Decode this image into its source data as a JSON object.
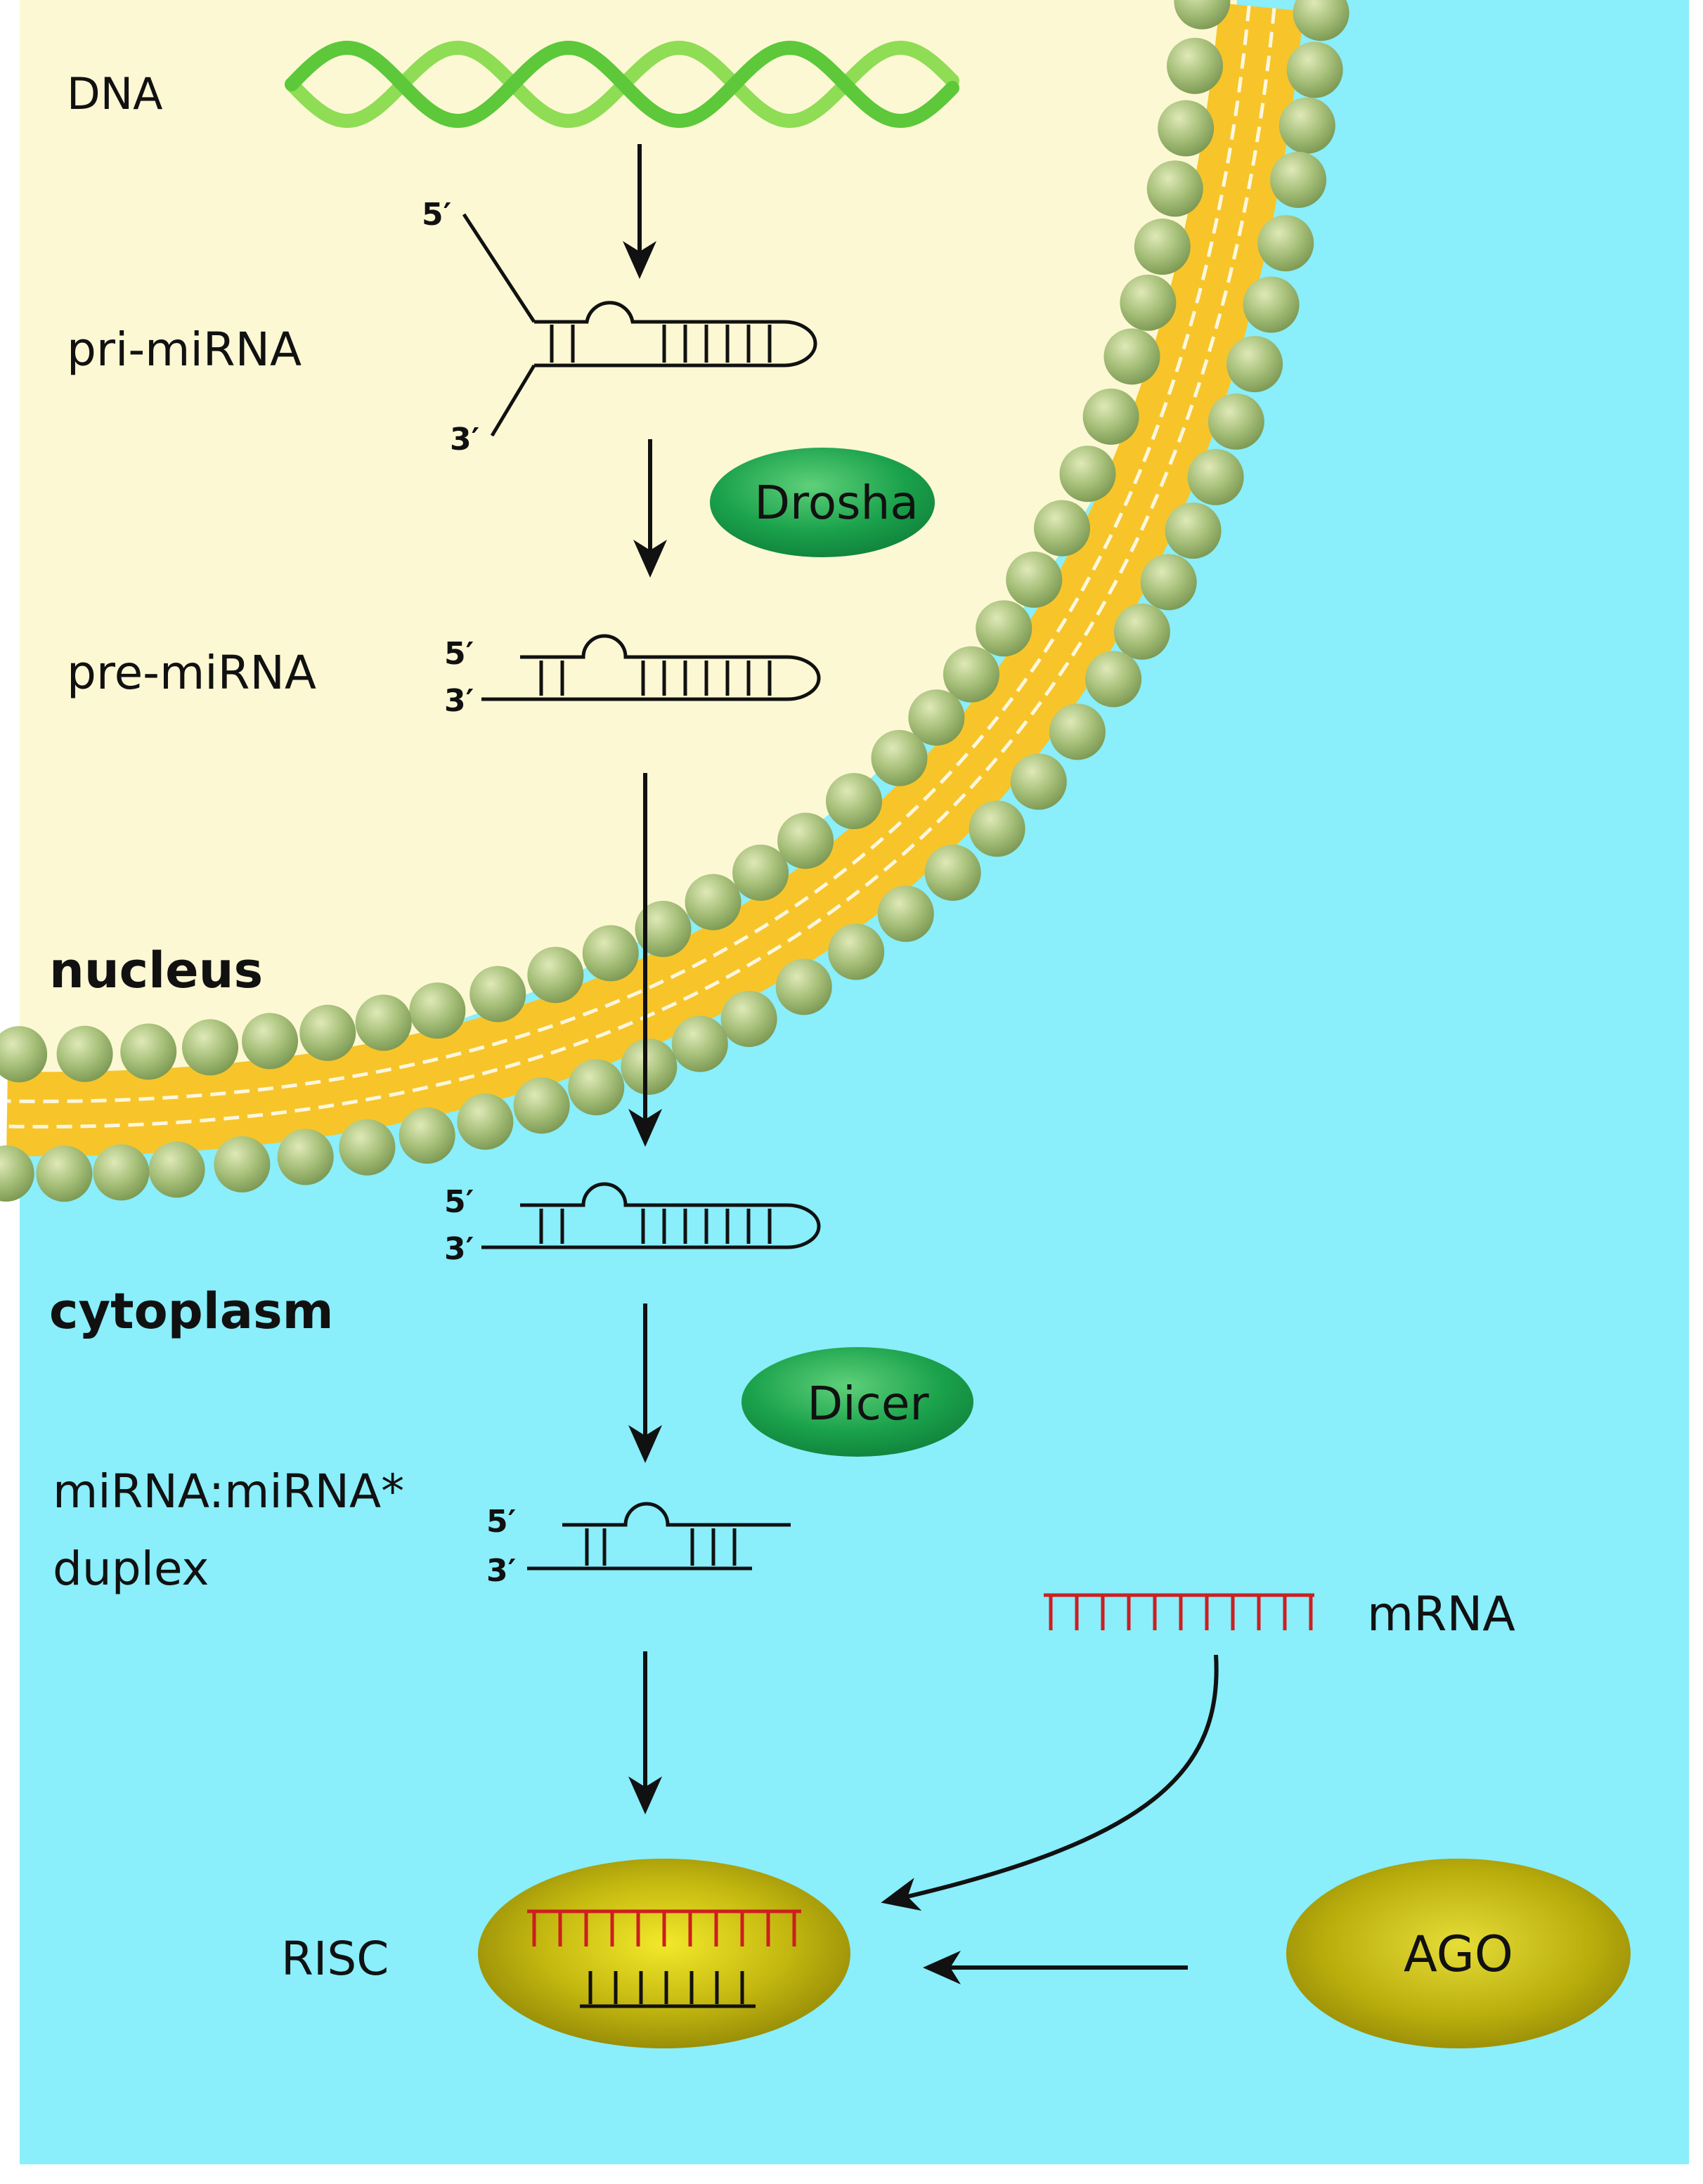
{
  "labels": {
    "dna": "DNA",
    "pri_mirna": "pri-miRNA",
    "pre_mirna": "pre-miRNA",
    "nucleus": "nucleus",
    "cytoplasm": "cytoplasm",
    "duplex_line1": "miRNA:miRNA*",
    "duplex_line2": "duplex",
    "mrna": "mRNA",
    "risc": "RISC",
    "ago": "AGO"
  },
  "enzymes": {
    "drosha": "Drosha",
    "dicer": "Dicer"
  },
  "ends": {
    "five_prime": "5′",
    "three_prime": "3′"
  },
  "colors": {
    "nucleoplasm": "#fcf8d4",
    "cytoplasm": "#8aeefb",
    "membrane_head": "#a7c07a",
    "membrane_core": "#f7c52a",
    "dna_strand": "#5cc83a",
    "enzyme": "#1aa14b",
    "ago": "#b9ad0c",
    "mrna": "#cc1f1f",
    "rna": "#111111"
  }
}
